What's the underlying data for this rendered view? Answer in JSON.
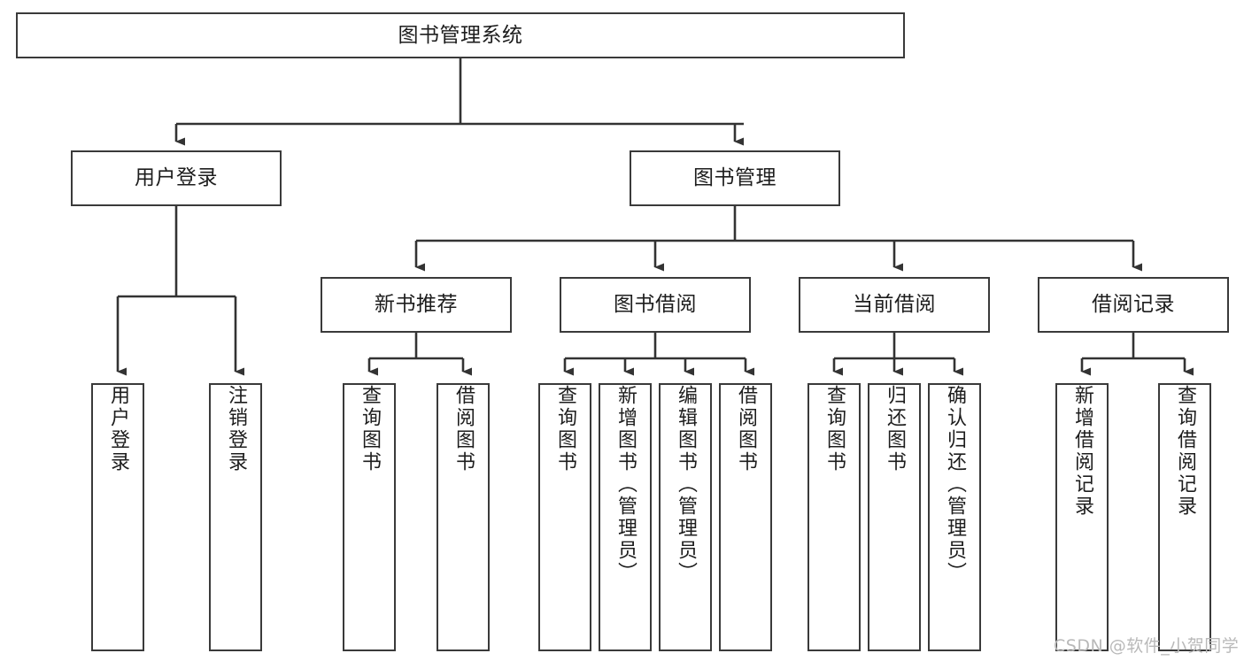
{
  "diagram": {
    "title": "图书管理系统",
    "type": "tree",
    "watermark": "CSDN @软件_小贺同学",
    "colors": {
      "box_border": "#3a3a3a",
      "box_fill": "#ffffff",
      "edge": "#333333",
      "text": "#1d1d1d",
      "watermark": "#b9b9b9",
      "background": "#ffffff"
    },
    "nodes": {
      "root": {
        "label": "图书管理系统"
      },
      "tier2": [
        {
          "label": "用户登录"
        },
        {
          "label": "图书管理"
        }
      ],
      "tier3": [
        {
          "label": "新书推荐"
        },
        {
          "label": "图书借阅"
        },
        {
          "label": "当前借阅"
        },
        {
          "label": "借阅记录"
        }
      ],
      "leaves": {
        "user_login": [
          {
            "label": "用户登录"
          },
          {
            "label": "注销登录"
          }
        ],
        "new_book": [
          {
            "label": "查询图书"
          },
          {
            "label": "借阅图书"
          }
        ],
        "book_borrow": [
          {
            "label": "查询图书"
          },
          {
            "label": "新增图书（管理员）"
          },
          {
            "label": "编辑图书（管理员）"
          },
          {
            "label": "借阅图书"
          }
        ],
        "current_borrow": [
          {
            "label": "查询图书"
          },
          {
            "label": "归还图书"
          },
          {
            "label": "确认归还（管理员）"
          }
        ],
        "borrow_record": [
          {
            "label": "新增借阅记录"
          },
          {
            "label": "查询借阅记录"
          }
        ]
      }
    }
  }
}
